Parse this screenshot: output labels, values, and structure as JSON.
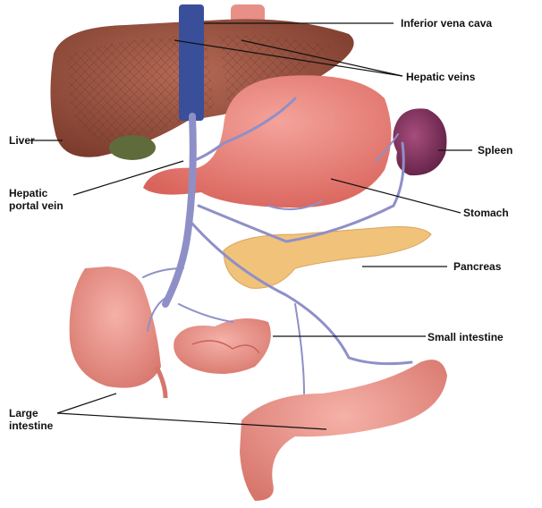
{
  "diagram": {
    "subject": "hepatic portal circulation anatomy illustration",
    "labels": {
      "inferior_vena_cava": "Inferior  vena cava",
      "hepatic_veins": "Hepatic  veins",
      "spleen": "Spleen",
      "stomach": "Stomach",
      "pancreas": "Pancreas",
      "small_intestine": "Small intestine",
      "liver": "Liver",
      "hepatic_portal_vein": "Hepatic\nportal vein",
      "large_intestine": "Large\nintestine"
    },
    "colors": {
      "liver": "#8e4a3a",
      "vein": "#8f8fc8",
      "vena_cava": "#3a4f9a",
      "stomach": "#e87c74",
      "spleen": "#7b2f5a",
      "pancreas": "#f0c27a",
      "intestine": "#e8948a",
      "gallbladder": "#5f6b3a",
      "leader_line": "#111111"
    }
  }
}
